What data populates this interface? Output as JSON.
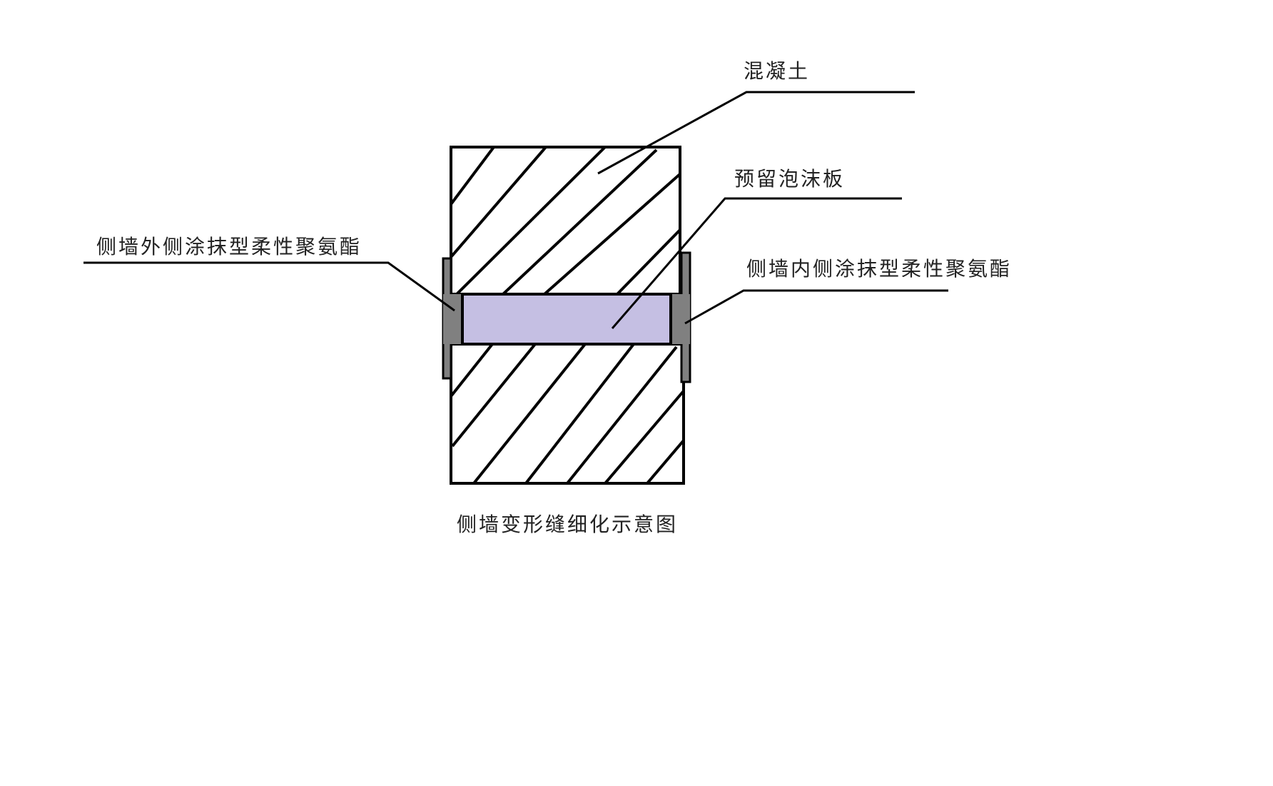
{
  "labels": {
    "concrete": "混凝土",
    "foam_board": "预留泡沫板",
    "outer_coating": "侧墙外侧涂抹型柔性聚氨酯",
    "inner_coating": "侧墙内侧涂抹型柔性聚氨酯",
    "caption": "侧墙变形缝细化示意图"
  },
  "colors": {
    "foam": "#c5bfe3",
    "coating": "#808080",
    "line": "#000000"
  }
}
